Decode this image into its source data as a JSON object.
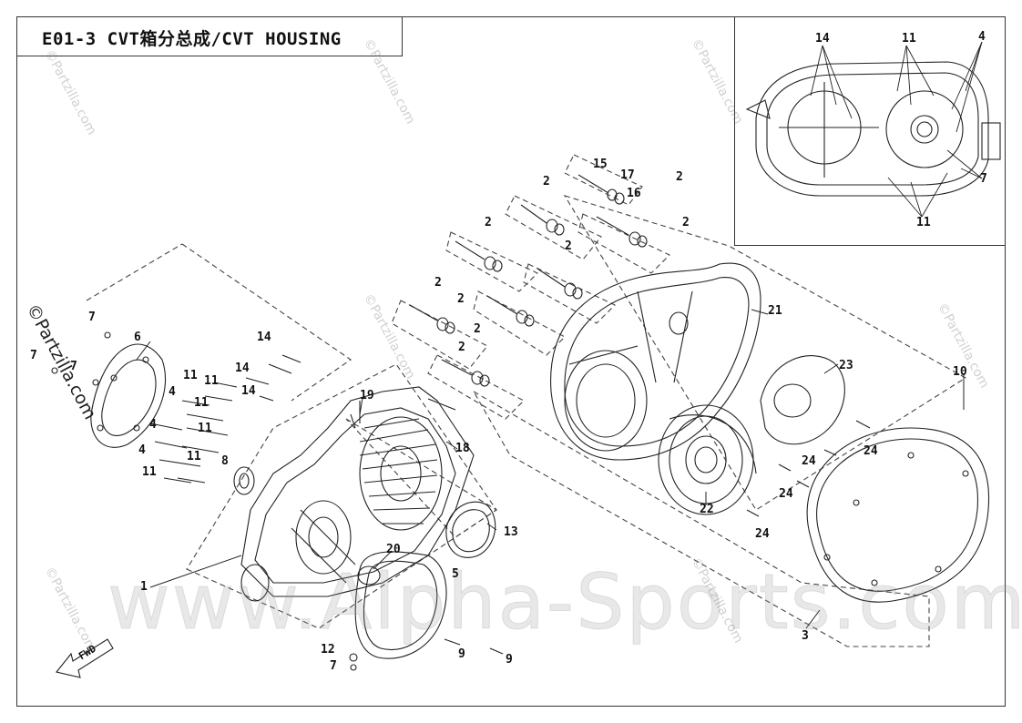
{
  "title": "E01-3 CVT箱分总成/CVT HOUSING",
  "watermark": "www.Alpha-Sports.com",
  "patzilla_mark": "©Partzilla.com",
  "fwd_label": "FWD",
  "callouts": [
    {
      "id": "c1",
      "text": "1"
    },
    {
      "id": "c2a",
      "text": "2"
    },
    {
      "id": "c2b",
      "text": "2"
    },
    {
      "id": "c2c",
      "text": "2"
    },
    {
      "id": "c2d",
      "text": "2"
    },
    {
      "id": "c2e",
      "text": "2"
    },
    {
      "id": "c2f",
      "text": "2"
    },
    {
      "id": "c2g",
      "text": "2"
    },
    {
      "id": "c2h",
      "text": "2"
    },
    {
      "id": "c2i",
      "text": "2"
    },
    {
      "id": "c3",
      "text": "3"
    },
    {
      "id": "c4a",
      "text": "4"
    },
    {
      "id": "c4b",
      "text": "4"
    },
    {
      "id": "c4c",
      "text": "4"
    },
    {
      "id": "c5",
      "text": "5"
    },
    {
      "id": "c6",
      "text": "6"
    },
    {
      "id": "c7a",
      "text": "7"
    },
    {
      "id": "c7b",
      "text": "7"
    },
    {
      "id": "c7c",
      "text": "7"
    },
    {
      "id": "c7d",
      "text": "7"
    },
    {
      "id": "c8",
      "text": "8"
    },
    {
      "id": "c9a",
      "text": "9"
    },
    {
      "id": "c9b",
      "text": "9"
    },
    {
      "id": "c10",
      "text": "10"
    },
    {
      "id": "c11a",
      "text": "11"
    },
    {
      "id": "c11b",
      "text": "11"
    },
    {
      "id": "c11c",
      "text": "11"
    },
    {
      "id": "c11d",
      "text": "11"
    },
    {
      "id": "c11e",
      "text": "11"
    },
    {
      "id": "c11f",
      "text": "11"
    },
    {
      "id": "c12",
      "text": "12"
    },
    {
      "id": "c13",
      "text": "13"
    },
    {
      "id": "c14a",
      "text": "14"
    },
    {
      "id": "c14b",
      "text": "14"
    },
    {
      "id": "c14c",
      "text": "14"
    },
    {
      "id": "c15",
      "text": "15"
    },
    {
      "id": "c16",
      "text": "16"
    },
    {
      "id": "c17",
      "text": "17"
    },
    {
      "id": "c18",
      "text": "18"
    },
    {
      "id": "c19",
      "text": "19"
    },
    {
      "id": "c20",
      "text": "20"
    },
    {
      "id": "c21",
      "text": "21"
    },
    {
      "id": "c22",
      "text": "22"
    },
    {
      "id": "c23",
      "text": "23"
    },
    {
      "id": "c24a",
      "text": "24"
    },
    {
      "id": "c24b",
      "text": "24"
    },
    {
      "id": "c24c",
      "text": "24"
    },
    {
      "id": "c24d",
      "text": "24"
    }
  ],
  "inset_callouts": [
    {
      "id": "i14",
      "text": "14"
    },
    {
      "id": "i11a",
      "text": "11"
    },
    {
      "id": "i4",
      "text": "4"
    },
    {
      "id": "i7",
      "text": "7"
    },
    {
      "id": "i11b",
      "text": "11"
    }
  ]
}
